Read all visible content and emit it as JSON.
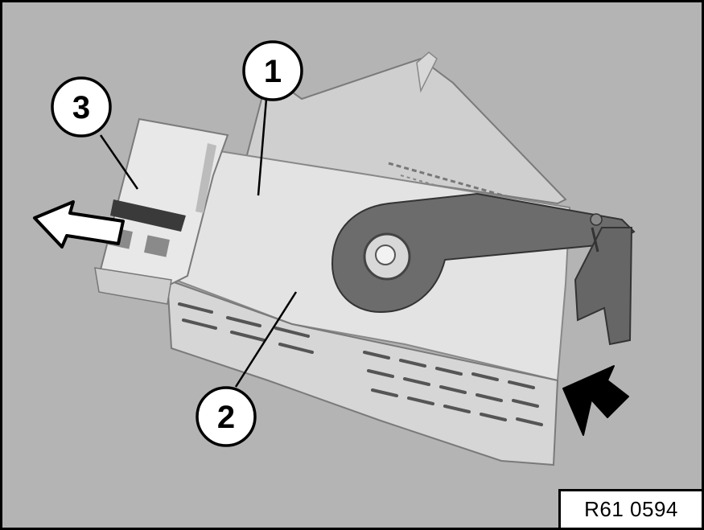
{
  "figure": {
    "callouts": [
      {
        "label": "1"
      },
      {
        "label": "2"
      },
      {
        "label": "3"
      }
    ],
    "reference": "R61 0594",
    "colors": {
      "background": "#b4b4b4",
      "part_light": "#e4e4e4",
      "part_shadow": "#8a8a8a",
      "lever": "#6a6a6a",
      "ink": "#000000"
    }
  }
}
